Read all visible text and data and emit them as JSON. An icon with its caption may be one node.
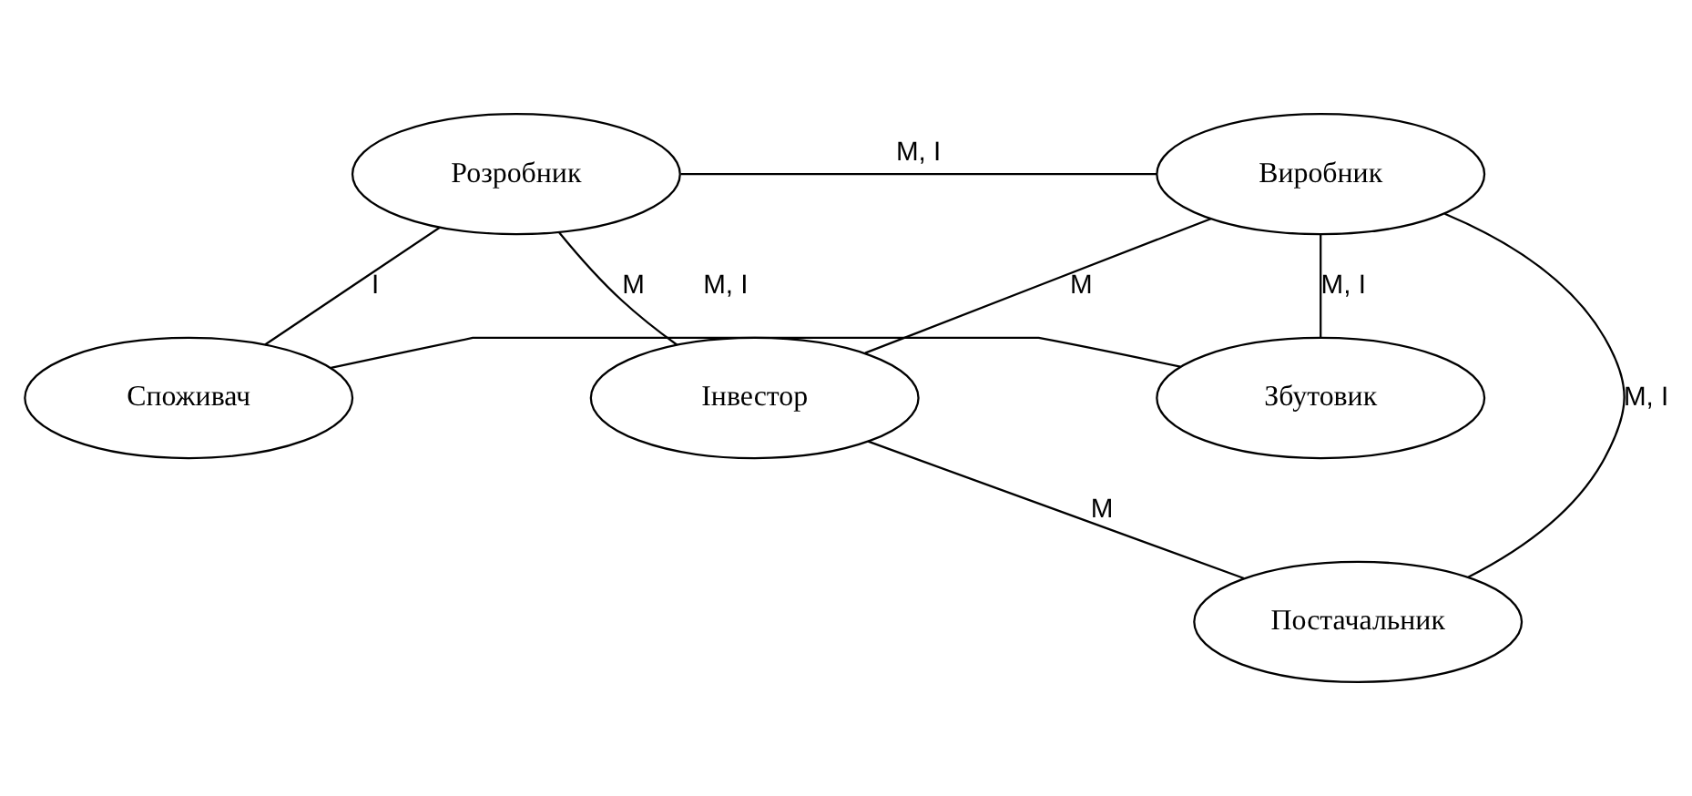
{
  "diagram": {
    "nodes": [
      {
        "text": [
          "Розробник"
        ]
      },
      {
        "text": [
          "Виробник"
        ]
      },
      {
        "text": [
          "Інвестор"
        ]
      },
      {
        "text": [
          "Постачальник"
        ]
      },
      {
        "text": [
          "Споживач"
        ]
      },
      {
        "text": [
          "Збутовик"
        ]
      }
    ],
    "edges": [
      {
        "from": 0,
        "to": 1,
        "arrow": "none",
        "label": "M, I"
      },
      {
        "from": 0,
        "to": 2,
        "arrow": "none",
        "label": "M"
      },
      {
        "from": 2,
        "to": 1,
        "arrow": "none",
        "label": "M"
      },
      {
        "from": 3,
        "to": 1,
        "arrow": "none",
        "label": "M, I"
      },
      {
        "from": 2,
        "to": 3,
        "arrow": "none",
        "label": "M"
      },
      {
        "from": 1,
        "to": 5,
        "arrow": "none",
        "label": "M, I"
      },
      {
        "from": 0,
        "to": 4,
        "arrow": "none",
        "label": "I"
      },
      {
        "from": 4,
        "to": 5,
        "arrow": "none",
        "label": "M, I"
      }
    ]
  }
}
